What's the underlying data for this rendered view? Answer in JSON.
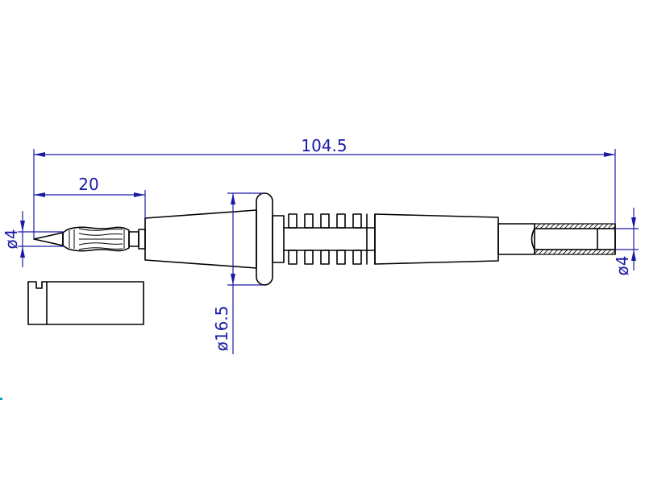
{
  "colors": {
    "outline": "#000000",
    "dimension": "#1a1aa6",
    "marker": "#00a0c8",
    "background": "#ffffff"
  },
  "dimensions": {
    "overall_length": "104.5",
    "tip_length": "20",
    "tip_diameter": "ø4",
    "guard_diameter": "ø16.5",
    "socket_diameter": "ø4"
  }
}
